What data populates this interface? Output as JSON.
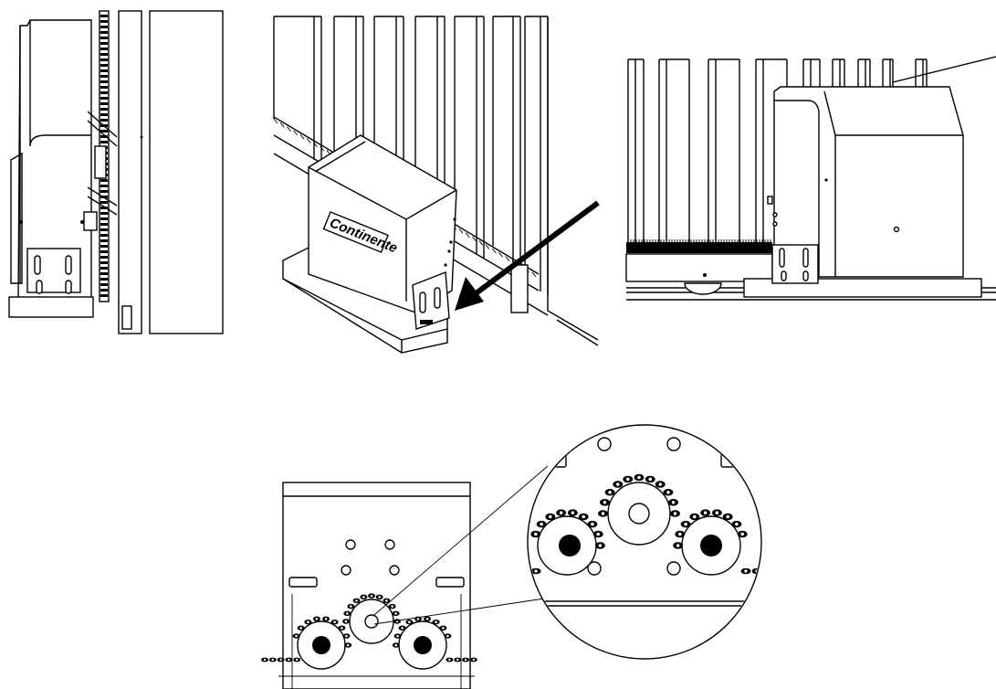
{
  "figure": {
    "brand_label": "Continente",
    "colors": {
      "line": "#000000",
      "background": "#ffffff"
    },
    "views": [
      {
        "name": "side-view"
      },
      {
        "name": "perspective-view"
      },
      {
        "name": "front-view"
      },
      {
        "name": "bottom-detail-view"
      },
      {
        "name": "magnified-detail-circle"
      }
    ]
  }
}
